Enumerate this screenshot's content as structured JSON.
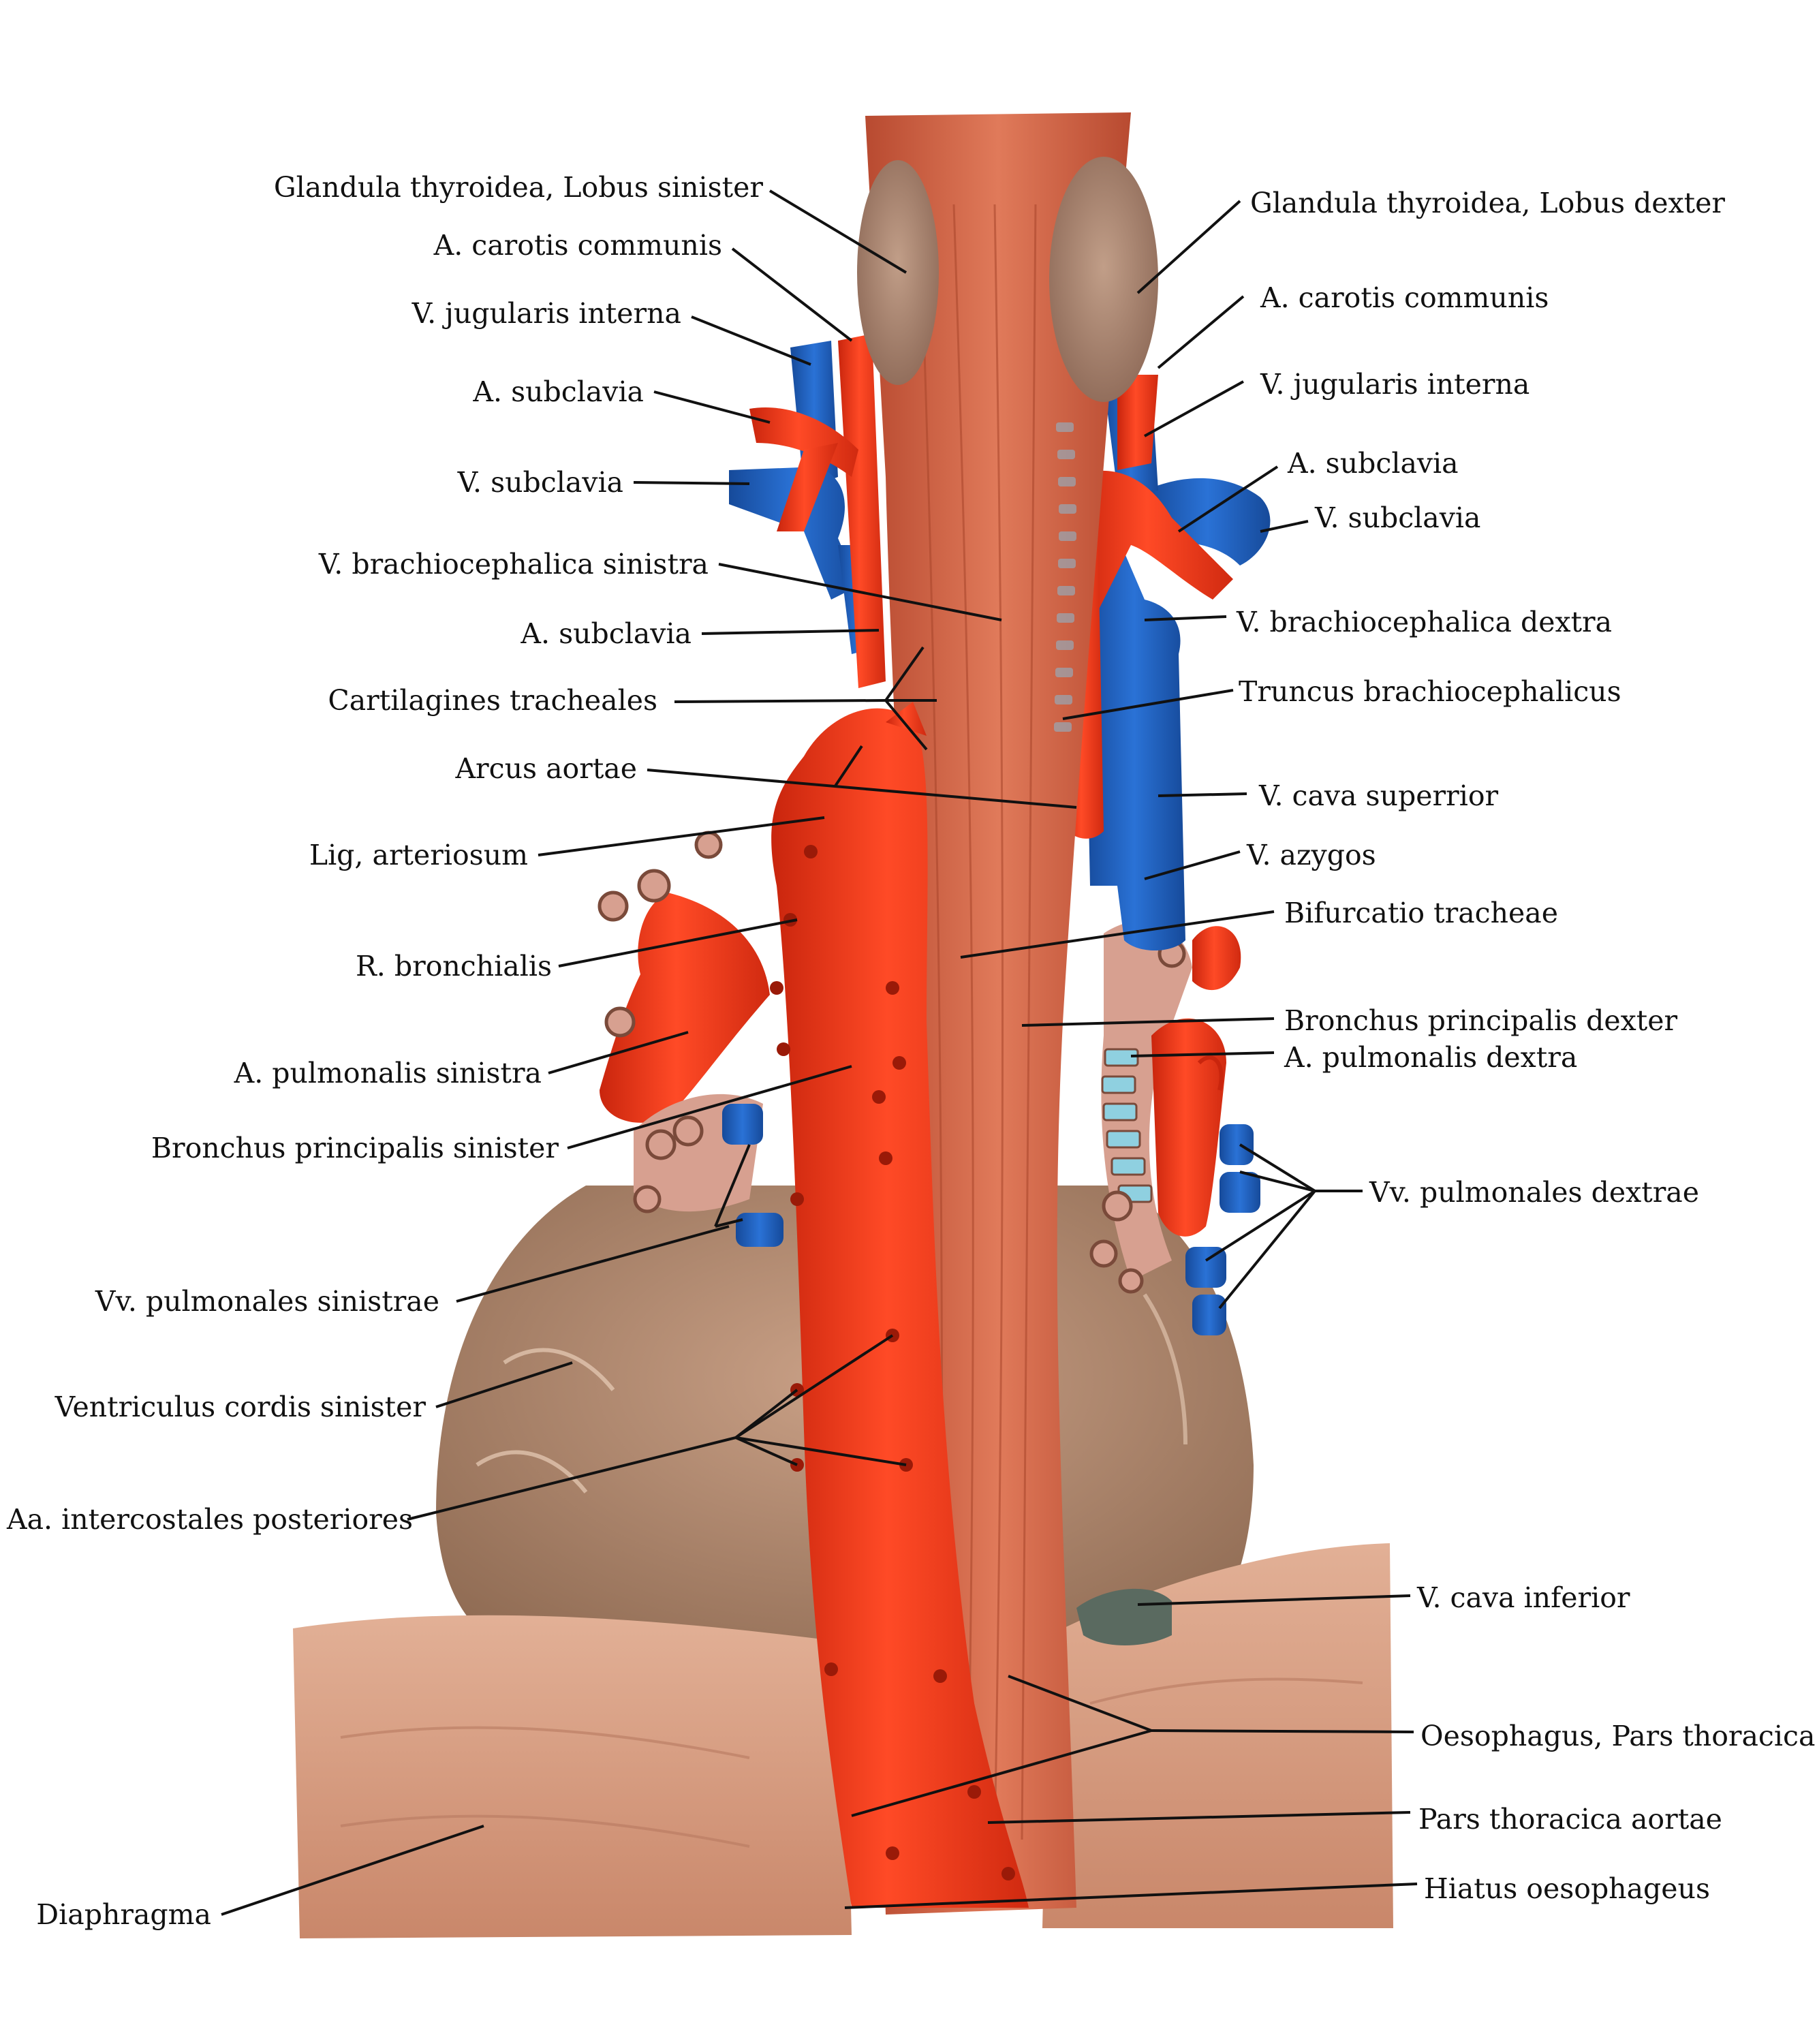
{
  "colors": {
    "artery": "#f03a1c",
    "artery_dark": "#c9250d",
    "vein": "#1f62c4",
    "vein_dark": "#164a9a",
    "muscle": "#d96a4c",
    "muscle_dark": "#b84a30",
    "thyroid": "#a98570",
    "heart": "#b58a6e",
    "diaphragm": "#d39a7c",
    "bronchus": "#d7a090",
    "cartilage_blue": "#8fd0e0",
    "leader": "#111111"
  },
  "labels_left": [
    "Glandula thyroidea, Lobus sinister",
    "A. carotis communis",
    "V. jugularis interna",
    "A. subclavia",
    "V. subclavia",
    "V. brachiocephalica sinistra",
    "A. subclavia",
    "Cartilagines tracheales",
    "Arcus aortae",
    "Lig, arteriosum",
    "R. bronchialis",
    "A. pulmonalis sinistra",
    "Bronchus principalis sinister",
    "Vv. pulmonales sinistrae",
    "Ventriculus cordis sinister",
    "Aa. intercostales posteriores",
    "Diaphragma"
  ],
  "labels_right": [
    "Glandula thyroidea, Lobus dexter",
    "A. carotis communis",
    "V. jugularis interna",
    "A. subclavia",
    "V. subclavia",
    "V. brachiocephalica dextra",
    "Truncus brachiocephalicus",
    "V. cava superrior",
    "V. azygos",
    "Bifurcatio tracheae",
    "Bronchus principalis dexter",
    "A. pulmonalis dextra",
    "Vv. pulmonales dextrae",
    "V. cava inferior",
    "Oesophagus, Pars thoracica",
    "Pars thoracica aortae",
    "Hiatus oesophageus"
  ]
}
